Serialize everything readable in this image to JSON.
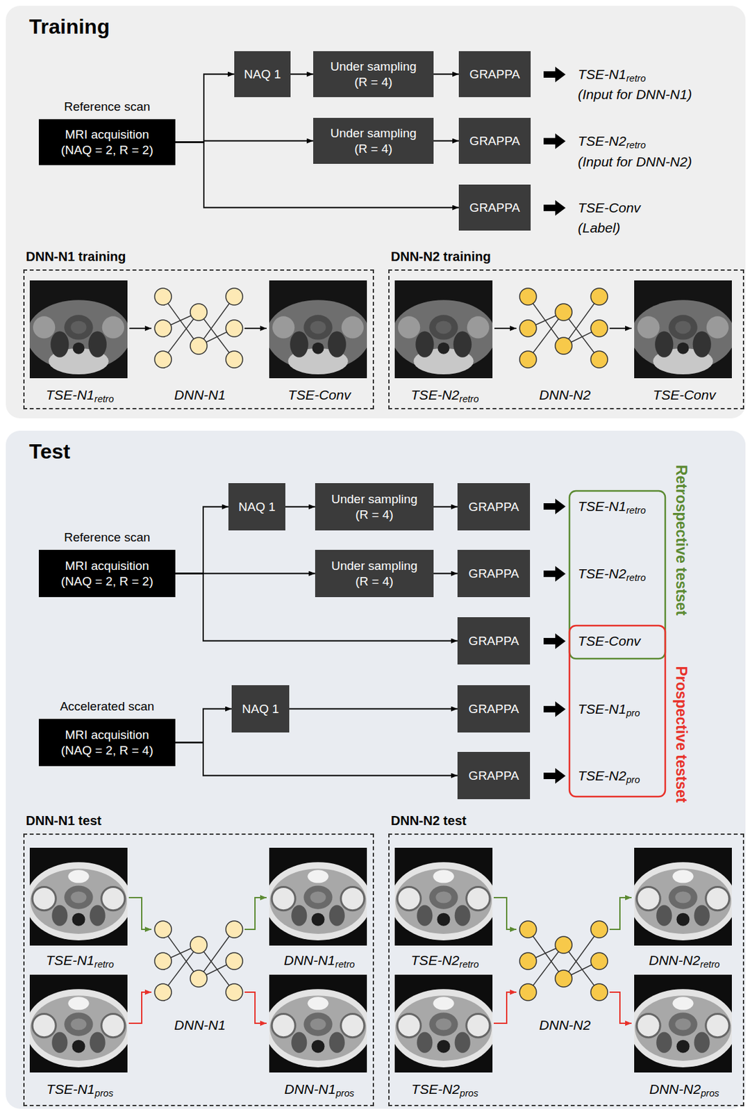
{
  "diagram": {
    "nodes": [
      {
        "text": [
          "Training"
        ]
      },
      {
        "text": [
          "Reference scan",
          "MRI acquisition (NAQ = 2, R = 2)"
        ],
        "in": 0
      },
      {
        "text": [
          "NAQ 1"
        ],
        "in": 0
      },
      {
        "text": [
          "Under sampling (R = 4)"
        ],
        "in": 0
      },
      {
        "text": [
          "GRAPPA"
        ],
        "in": 0
      },
      {
        "text": [
          "Under sampling (R = 4)"
        ],
        "in": 0
      },
      {
        "text": [
          "GRAPPA"
        ],
        "in": 0
      },
      {
        "text": [
          "GRAPPA"
        ],
        "in": 0
      },
      {
        "text": [
          "DNN-N1 training",
          "TSE-N1retro",
          "DNN-N1",
          "TSE-Conv"
        ],
        "in": 0
      },
      {
        "text": [
          "DNN-N2 training",
          "TSE-N2retro",
          "DNN-N2",
          "TSE-Conv"
        ],
        "in": 0
      },
      {
        "text": [
          "Test"
        ]
      },
      {
        "text": [
          "Reference scan",
          "MRI acquisition (NAQ = 2, R = 2)"
        ],
        "in": 10
      },
      {
        "text": [
          "NAQ 1"
        ],
        "in": 10
      },
      {
        "text": [
          "Under sampling (R = 4)"
        ],
        "in": 10
      },
      {
        "text": [
          "GRAPPA"
        ],
        "in": 10
      },
      {
        "text": [
          "Under sampling (R = 4)"
        ],
        "in": 10
      },
      {
        "text": [
          "GRAPPA"
        ],
        "in": 10
      },
      {
        "text": [
          "GRAPPA"
        ],
        "in": 10
      },
      {
        "text": [
          "Accelerated scan",
          "MRI acquisition (NAQ = 2, R = 4)"
        ],
        "in": 10
      },
      {
        "text": [
          "NAQ 1"
        ],
        "in": 10
      },
      {
        "text": [
          "GRAPPA"
        ],
        "in": 10
      },
      {
        "text": [
          "GRAPPA"
        ],
        "in": 10
      },
      {
        "text": [
          "DNN-N1 test",
          "TSE-N1retro",
          "TSE-N1pros",
          "DNN-N1",
          "DNN-N1retro",
          "DNN-N1pros"
        ],
        "in": 10
      },
      {
        "text": [
          "DNN-N2 test",
          "TSE-N2retro",
          "TSE-N2pros",
          "DNN-N2",
          "DNN-N2retro",
          "DNN-N2pros"
        ],
        "in": 10
      }
    ],
    "edges": [
      {
        "from": 1,
        "to": 2,
        "arrow": "to"
      },
      {
        "from": 1,
        "to": 5,
        "arrow": "to"
      },
      {
        "from": 1,
        "to": 7,
        "arrow": "to"
      },
      {
        "from": 2,
        "to": 3,
        "arrow": "to"
      },
      {
        "from": 3,
        "to": 4,
        "arrow": "to"
      },
      {
        "from": 5,
        "to": 6,
        "arrow": "to"
      },
      {
        "from": 11,
        "to": 12,
        "arrow": "to"
      },
      {
        "from": 11,
        "to": 15,
        "arrow": "to"
      },
      {
        "from": 11,
        "to": 17,
        "arrow": "to"
      },
      {
        "from": 12,
        "to": 13,
        "arrow": "to"
      },
      {
        "from": 13,
        "to": 14,
        "arrow": "to"
      },
      {
        "from": 15,
        "to": 16,
        "arrow": "to"
      },
      {
        "from": 18,
        "to": 19,
        "arrow": "to"
      },
      {
        "from": 18,
        "to": 21,
        "arrow": "to"
      },
      {
        "from": 19,
        "to": 20,
        "arrow": "to"
      }
    ],
    "labels": [
      "TSE-N1retro",
      "(Input for DNN-N1)",
      "TSE-N2retro",
      "(Input for DNN-N2)",
      "TSE-Conv",
      "(Label)",
      "TSE-N1retro",
      "TSE-N2retro",
      "TSE-Conv",
      "TSE-N1pro",
      "TSE-N2pro",
      "Retrospective testset",
      "Prospective testset"
    ]
  }
}
